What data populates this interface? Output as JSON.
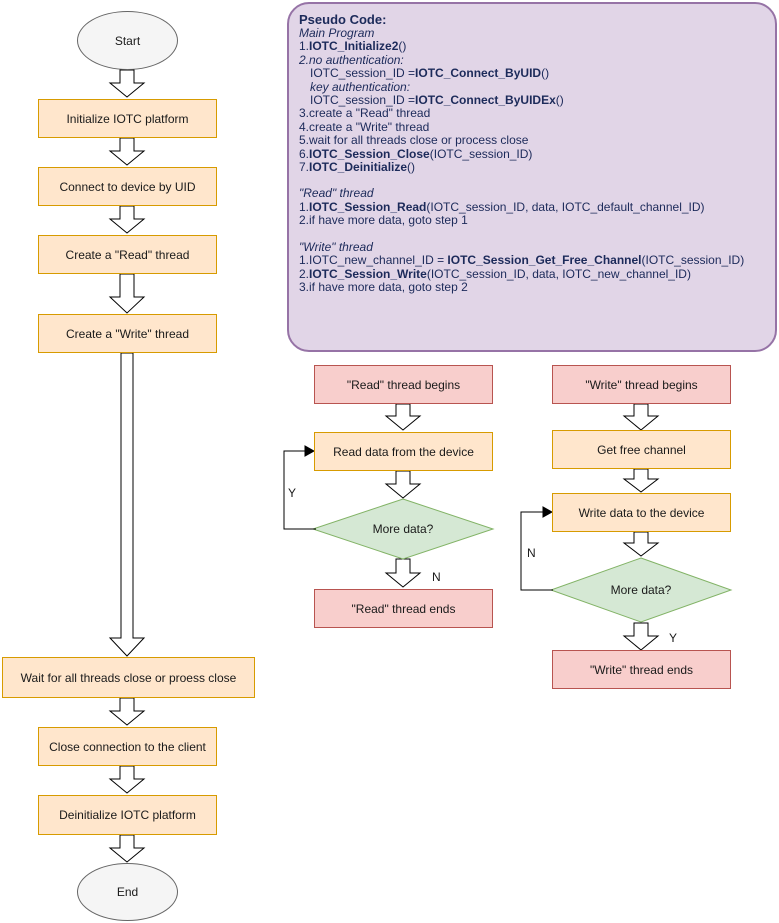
{
  "main_flow": {
    "start": "Start",
    "init": "Initialize IOTC platform",
    "connect": "Connect to device by UID",
    "create_read": "Create a \"Read\" thread",
    "create_write": "Create a \"Write\" thread",
    "wait": "Wait for all threads close or proess close",
    "close": "Close connection to the client",
    "deinit": "Deinitialize IOTC platform",
    "end": "End"
  },
  "read_flow": {
    "begins": "\"Read\" thread begins",
    "read_data": "Read data from the device",
    "decision": "More data?",
    "yes_label": "Y",
    "no_label": "N",
    "ends": "\"Read\" thread ends"
  },
  "write_flow": {
    "begins": "\"Write\" thread begins",
    "get_channel": "Get free channel",
    "write_data": "Write data to the device",
    "decision": "More data?",
    "no_label": "N",
    "yes_label": "Y",
    "ends": "\"Write\" thread ends"
  },
  "pseudo_code": {
    "title": "Pseudo Code:",
    "main_program": "Main Program",
    "m1_num": "1.",
    "m1_fn": "IOTC_Initialize2",
    "m1_tail": "()",
    "m2": "2.no authentication:",
    "m2a_pre": "IOTC_session_ID =",
    "m2a_fn": "IOTC_Connect_ByUID",
    "m2a_tail": "()",
    "m2b": "key authentication:",
    "m2c_pre": "IOTC_session_ID =",
    "m2c_fn": "IOTC_Connect_ByUIDEx",
    "m2c_tail": "()",
    "m3": "3.create a \"Read\" thread",
    "m4": "4.create a \"Write\" thread",
    "m5": "5.wait for all threads close or process close",
    "m6_num": "6.",
    "m6_fn": "IOTC_Session_Close",
    "m6_tail": "(IOTC_session_ID)",
    "m7_num": "7.",
    "m7_fn": "IOTC_Deinitialize",
    "m7_tail": "()",
    "read_header": "\"Read\" thread",
    "r1_num": "1.",
    "r1_fn": "IOTC_Session_Read",
    "r1_tail": "(IOTC_session_ID, data, IOTC_default_channel_ID)",
    "r2": "2.if have more data, goto step 1",
    "write_header": "\"Write\" thread",
    "w1_pre": "1.IOTC_new_channel_ID = ",
    "w1_fn": "IOTC_Session_Get_Free_Channel",
    "w1_tail": "(IOTC_session_ID)",
    "w2_num": "2.",
    "w2_fn": "IOTC_Session_Write",
    "w2_tail": "(IOTC_session_ID, data, IOTC_new_channel_ID)",
    "w3": "3.if have more data, goto step 2"
  },
  "colors": {
    "process_fill": "#ffe6cc",
    "process_stroke": "#d79b00",
    "terminal_fill": "#f8cecc",
    "terminal_stroke": "#b85450",
    "decision_fill": "#d5e8d4",
    "decision_stroke": "#82b366",
    "oval_fill": "#f5f5f5",
    "oval_stroke": "#666666",
    "pseudo_fill": "#e1d5e7",
    "pseudo_stroke": "#9673a6"
  }
}
